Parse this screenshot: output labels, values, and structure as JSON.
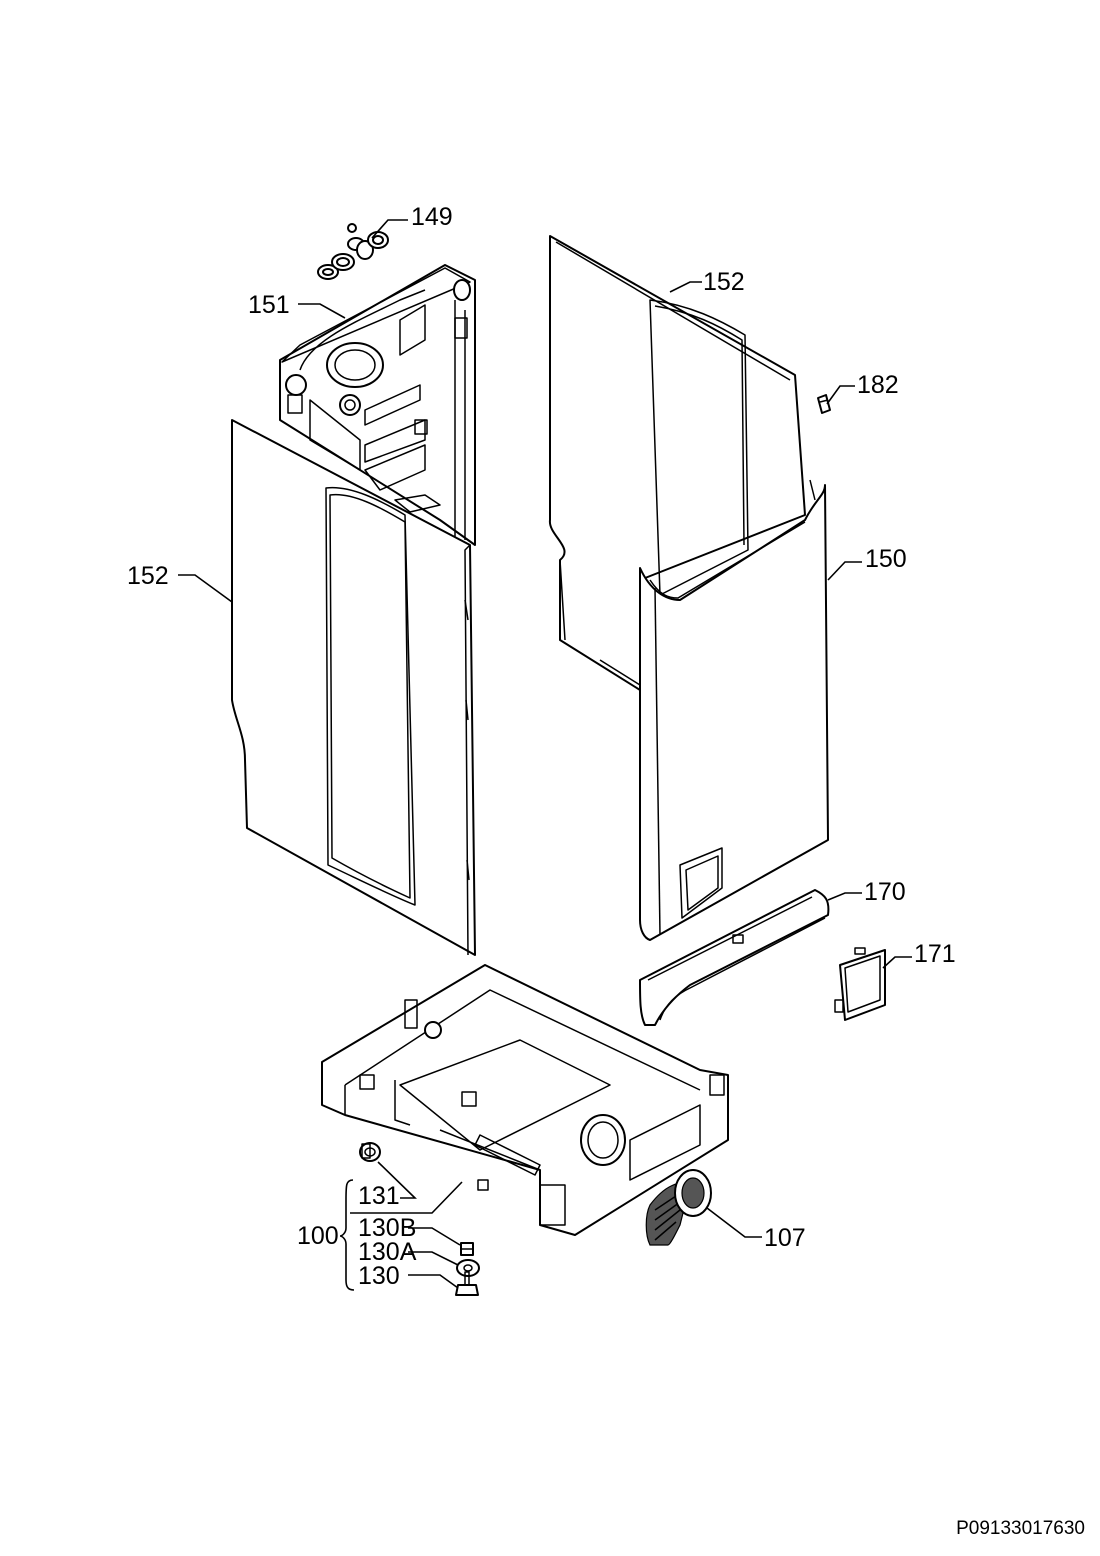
{
  "callouts": {
    "c149": "149",
    "c151": "151",
    "c152_left": "152",
    "c152_right": "152",
    "c182": "182",
    "c150": "150",
    "c170": "170",
    "c171": "171",
    "c107": "107",
    "c100": "100",
    "c131": "131",
    "c130B": "130B",
    "c130A": "130A",
    "c130": "130"
  },
  "drawing_code": "P09133017630"
}
